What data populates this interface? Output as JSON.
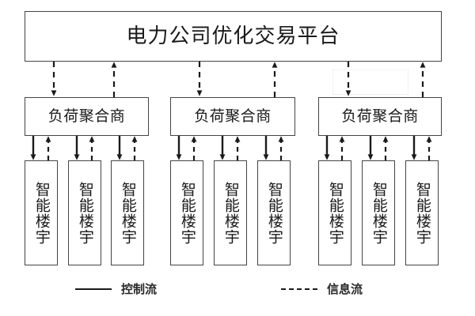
{
  "diagram": {
    "title_node": {
      "label": "电力公司优化交易平台",
      "name": "power-company-optimized-trading-platform"
    },
    "aggregators": [
      {
        "label": "负荷聚合商"
      },
      {
        "label": "负荷聚合商"
      },
      {
        "label": "负荷聚合商"
      }
    ],
    "buildings": [
      {
        "label": "智能楼宇"
      },
      {
        "label": "智能楼宇"
      },
      {
        "label": "智能楼宇"
      },
      {
        "label": "智能楼宇"
      },
      {
        "label": "智能楼宇"
      },
      {
        "label": "智能楼宇"
      },
      {
        "label": "智能楼宇"
      },
      {
        "label": "智能楼宇"
      },
      {
        "label": "智能楼宇"
      }
    ],
    "legend": {
      "control_flow": {
        "label": "控制流",
        "style": "solid"
      },
      "information_flow": {
        "label": "信息流",
        "style": "dashed"
      }
    },
    "colors": {
      "line": "#1a1a1a",
      "box_border": "#444444",
      "background": "#ffffff",
      "ghost_artifact": "#f0f0f0"
    }
  }
}
